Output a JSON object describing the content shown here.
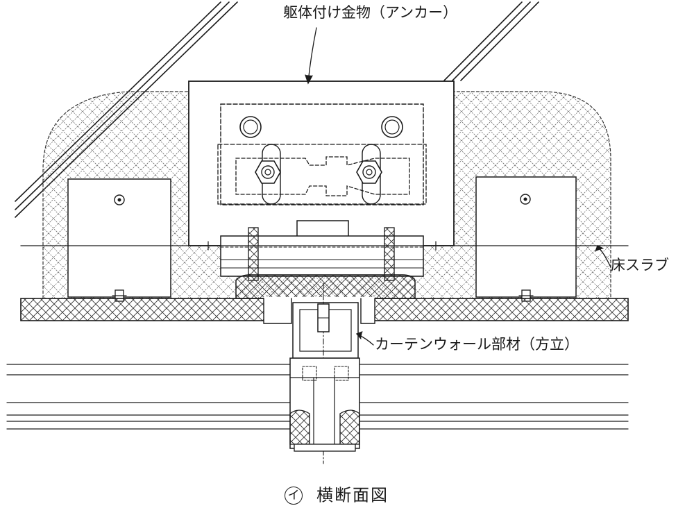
{
  "labels": {
    "anchor": "躯体付け金物（アンカー）",
    "floor_slab": "床スラブ",
    "mullion": "カーテンウォール部材（方立）"
  },
  "caption": {
    "mark": "イ",
    "title": "横断面図"
  },
  "colors": {
    "line": "#1a1a1a",
    "paper": "#ffffff"
  }
}
